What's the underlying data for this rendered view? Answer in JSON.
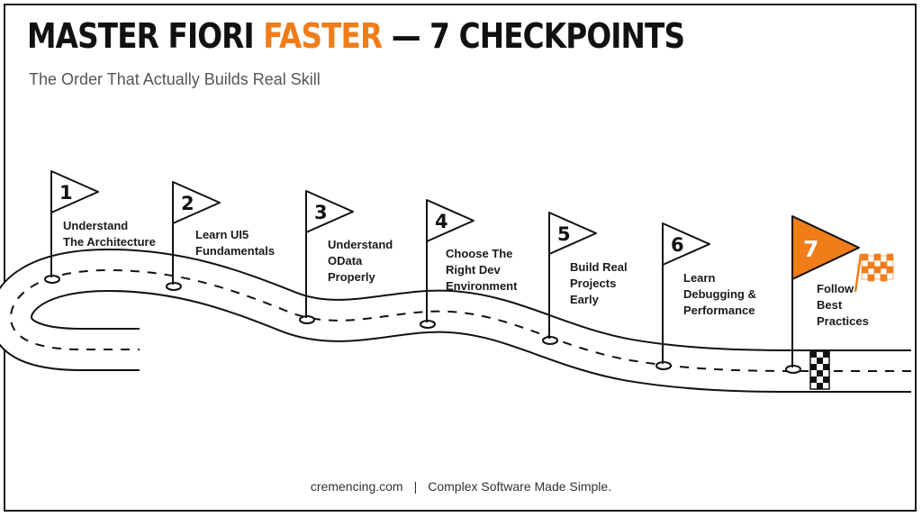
{
  "header": {
    "title_start": "MASTER FIORI ",
    "title_accent": "FASTER",
    "title_end": " — 7 CHECKPOINTS",
    "subtitle": "The Order That Actually Builds Real Skill"
  },
  "checkpoints": [
    {
      "number": "1",
      "label_lines": [
        "Understand",
        "The Architecture"
      ]
    },
    {
      "number": "2",
      "label_lines": [
        "Learn UI5",
        "Fundamentals"
      ]
    },
    {
      "number": "3",
      "label_lines": [
        "Understand",
        "OData",
        "Properly"
      ]
    },
    {
      "number": "4",
      "label_lines": [
        "Choose The",
        "Right Dev",
        "Environment"
      ]
    },
    {
      "number": "5",
      "label_lines": [
        "Build Real",
        "Projects",
        "Early"
      ]
    },
    {
      "number": "6",
      "label_lines": [
        "Learn",
        "Debugging &",
        "Performance"
      ]
    },
    {
      "number": "7",
      "label_lines": [
        "Follow",
        "Best",
        "Practices"
      ]
    }
  ],
  "footer": {
    "site": "cremencing.com",
    "separator": "|",
    "tagline": "Complex Software Made Simple."
  },
  "colors": {
    "accent": "#f07d19",
    "ink": "#111111",
    "road_fill": "#ffffff"
  },
  "icons": {
    "flag": "pennant-flag-icon",
    "finish": "checkered-flag-icon"
  }
}
